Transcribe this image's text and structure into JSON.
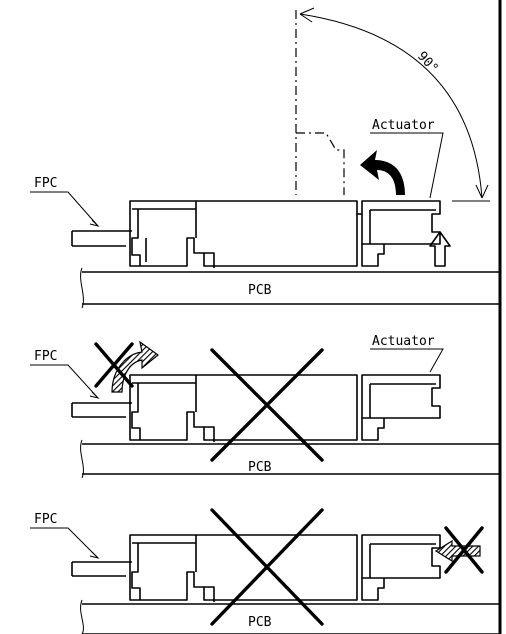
{
  "labels": {
    "fpc": "FPC",
    "pcb": "PCB",
    "actuator": "Actuator",
    "angle": "90°"
  },
  "colors": {
    "line": "#000000",
    "background": "#ffffff",
    "hatch_arrow": "#555555"
  },
  "icons": {
    "rotate_arrow": "curved-arrow-icon",
    "push_arrow": "outline-up-arrow-icon",
    "forbidden_mark": "x-cross-icon"
  }
}
